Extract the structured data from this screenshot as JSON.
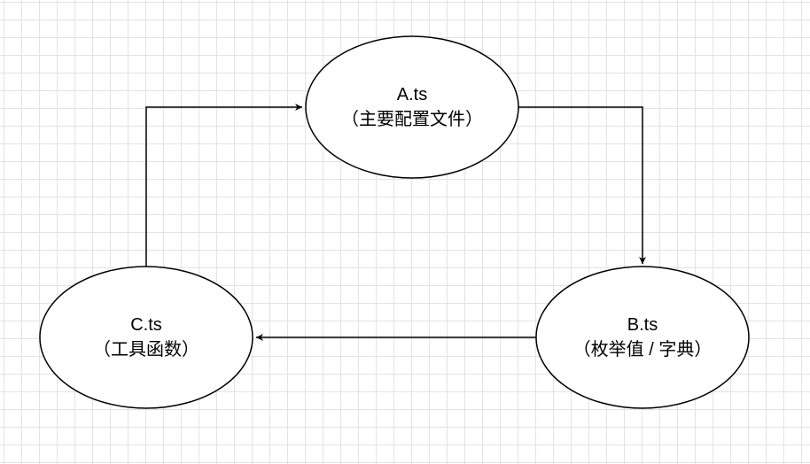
{
  "diagram": {
    "nodes": {
      "a": {
        "title": "A.ts",
        "subtitle": "（主要配置文件）"
      },
      "b": {
        "title": "B.ts",
        "subtitle": "（枚举值 / 字典）"
      },
      "c": {
        "title": "C.ts",
        "subtitle": "（工具函数）"
      }
    },
    "edges": [
      {
        "from": "A.ts",
        "to": "B.ts"
      },
      {
        "from": "B.ts",
        "to": "C.ts"
      },
      {
        "from": "C.ts",
        "to": "A.ts"
      }
    ],
    "colors": {
      "stroke": "#000000",
      "fill": "#ffffff",
      "grid": "#e3e3e3"
    }
  }
}
